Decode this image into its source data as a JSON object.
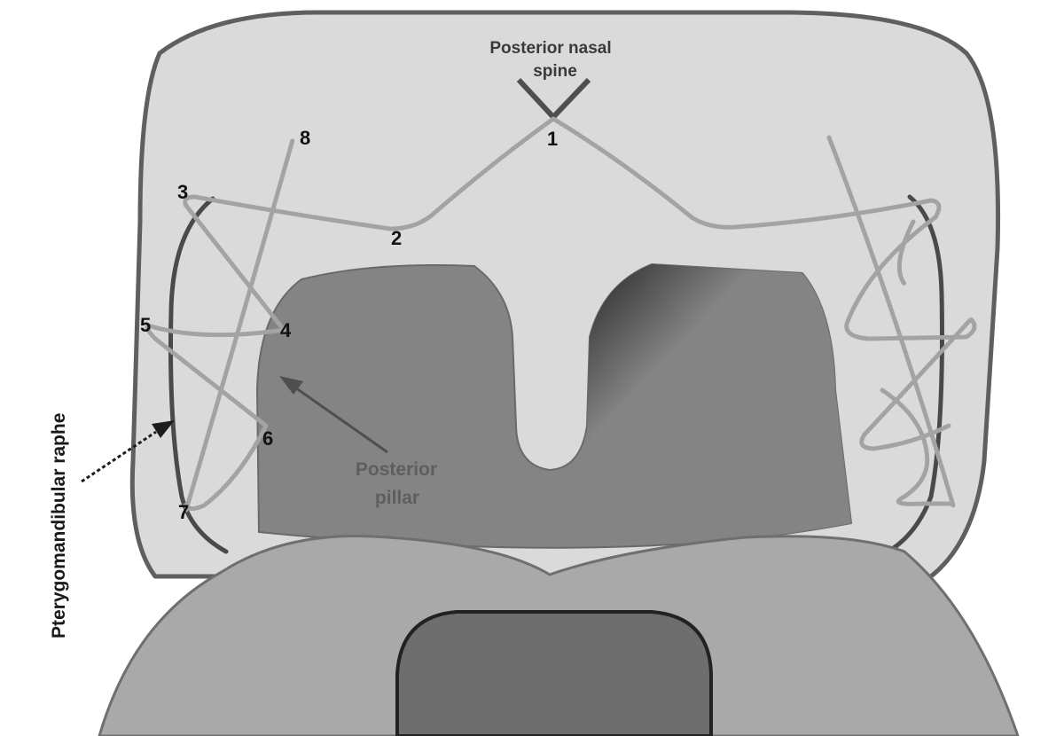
{
  "labels": {
    "posterior_nasal_spine_line1": "Posterior nasal",
    "posterior_nasal_spine_line2": "spine",
    "posterior_pillar_line1": "Posterior",
    "posterior_pillar_line2": "pillar",
    "pterygomandibular_raphe": "Pterygomandibular raphe"
  },
  "suture_points": [
    "1",
    "2",
    "3",
    "4",
    "5",
    "6",
    "7",
    "8"
  ],
  "colors": {
    "palate_fill": "#dadada",
    "outline": "#5f5f5f",
    "tongue_fill": "#848484",
    "tongue_dark": "#2e2e2e",
    "lower_jaw_fill": "#a9a9a9",
    "inner_pocket_fill": "#6e6e6e",
    "raphe_line": "#4a4a4a",
    "suture": "#a3a3a3"
  }
}
